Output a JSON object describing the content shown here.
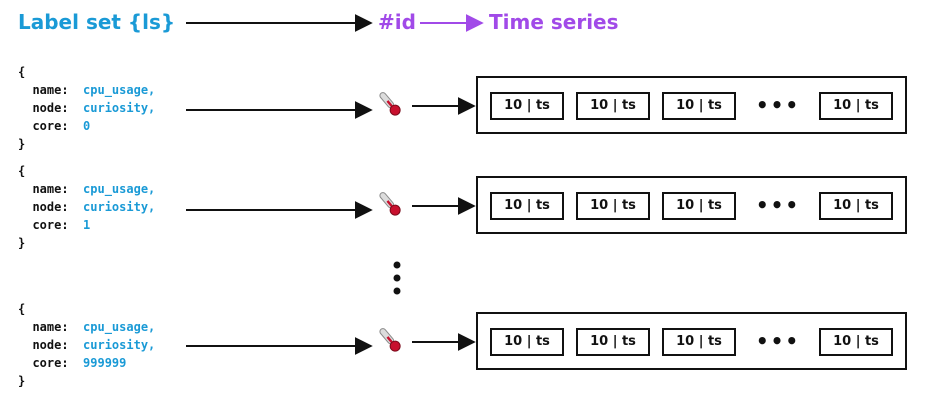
{
  "header": {
    "label_set": "Label set {ls}",
    "id": "#id",
    "time_series": "Time series"
  },
  "colors": {
    "label_set": "#1a9ad6",
    "id": "#a14ae8",
    "time_series": "#a14ae8",
    "value": "#1a9ad6",
    "line": "#111111"
  },
  "rows": [
    {
      "open": "{",
      "fields": [
        {
          "key": "name:",
          "value": "cpu_usage,"
        },
        {
          "key": "node:",
          "value": "curiosity,"
        },
        {
          "key": "core:",
          "value": "0"
        }
      ],
      "close": "}",
      "icon": "thermometer-icon",
      "cells": [
        "10 | ts",
        "10 | ts",
        "10 | ts",
        "10 | ts"
      ],
      "ellipsis": "•••"
    },
    {
      "open": "{",
      "fields": [
        {
          "key": "name:",
          "value": "cpu_usage,"
        },
        {
          "key": "node:",
          "value": "curiosity,"
        },
        {
          "key": "core:",
          "value": "1"
        }
      ],
      "close": "}",
      "icon": "thermometer-icon",
      "cells": [
        "10 | ts",
        "10 | ts",
        "10 | ts",
        "10 | ts"
      ],
      "ellipsis": "•••"
    },
    {
      "open": "{",
      "fields": [
        {
          "key": "name:",
          "value": "cpu_usage,"
        },
        {
          "key": "node:",
          "value": "curiosity,"
        },
        {
          "key": "core:",
          "value": "999999"
        }
      ],
      "close": "}",
      "icon": "thermometer-icon",
      "cells": [
        "10 | ts",
        "10 | ts",
        "10 | ts",
        "10 | ts"
      ],
      "ellipsis": "•••"
    }
  ],
  "vertical_ellipsis_icon": "vertical-ellipsis-icon"
}
